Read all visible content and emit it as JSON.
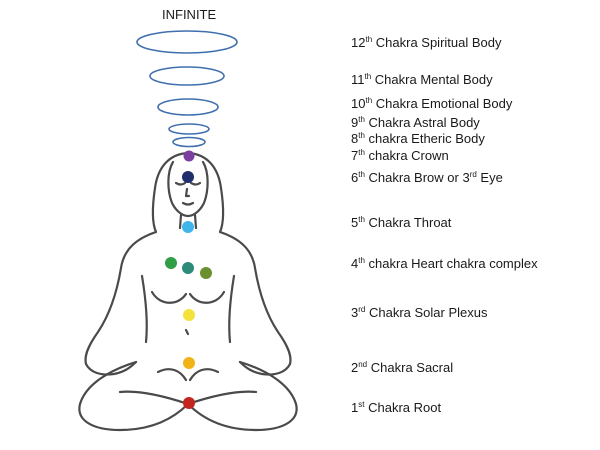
{
  "header": {
    "infinite_label": "INFINITE"
  },
  "colors": {
    "outline": "#4a4a4a",
    "body_rings": "#3f6fae",
    "chakra_12_to_8": "#3f6fae",
    "crown": "#7b3fa2",
    "brow": "#1f2f6b",
    "throat": "#3fb6ea",
    "heart_left": "#2f9e44",
    "heart_center": "#2e8b7a",
    "heart_right": "#6c8f2f",
    "solar_plexus": "#f3e23a",
    "sacral": "#f2b318",
    "root": "#c4261f"
  },
  "chakras": [
    {
      "num": "12",
      "suffix": "th",
      "text": "Chakra Spiritual Body"
    },
    {
      "num": "11",
      "suffix": "th",
      "text": "Chakra Mental Body"
    },
    {
      "num": "10",
      "suffix": "th",
      "text": "Chakra Emotional Body"
    },
    {
      "num": "9",
      "suffix": "th",
      "text": "Chakra Astral Body"
    },
    {
      "num": "8",
      "suffix": "th",
      "text": "chakra Etheric Body"
    },
    {
      "num": "7",
      "suffix": "th",
      "text": "chakra Crown"
    },
    {
      "num": "6",
      "suffix": "th",
      "text": "Chakra Brow or 3",
      "text_sup": "rd",
      "text_after": " Eye"
    },
    {
      "num": "5",
      "suffix": "th",
      "text": "Chakra Throat"
    },
    {
      "num": "4",
      "suffix": "th",
      "text": "chakra Heart chakra complex"
    },
    {
      "num": "3",
      "suffix": "rd",
      "text": "Chakra Solar Plexus"
    },
    {
      "num": "2",
      "suffix": "nd",
      "text": "Chakra Sacral"
    },
    {
      "num": "1",
      "suffix": "st",
      "text": "Chakra Root"
    }
  ]
}
